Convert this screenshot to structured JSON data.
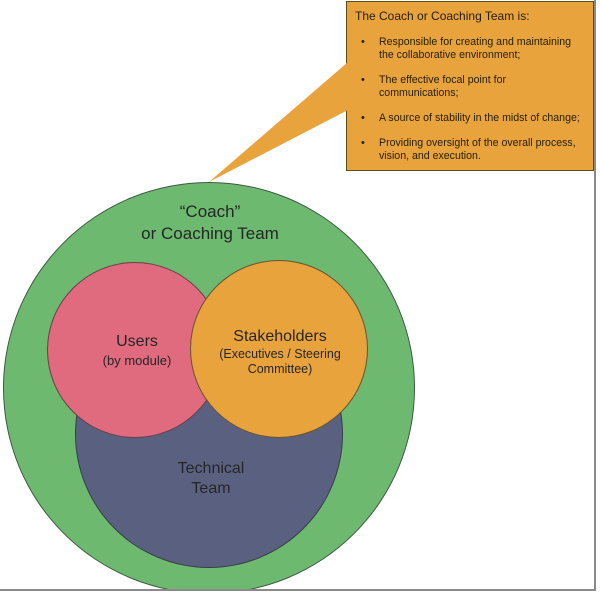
{
  "figure": {
    "background": "#ffffff",
    "frame_border_color": "#8a8a8a"
  },
  "callout": {
    "title": "The Coach or Coaching Team is:",
    "bullet_char": "•",
    "bullets": [
      {
        "lines": "Responsible for creating and maintaining\nthe collaborative environment;"
      },
      {
        "lines": "The effective focal point for\ncommunications;"
      },
      {
        "lines": "A source of stability in the midst of change;"
      },
      {
        "lines": "Providing oversight of the overall process,\nvision, and execution."
      }
    ],
    "colors": {
      "background": "#E8A33D",
      "border": "#5e4d14",
      "text": "#27200b"
    }
  },
  "diagram": {
    "coach": {
      "lines": "“Coach”\nor Coaching Team",
      "color": "#6CB96F"
    },
    "users": {
      "title": "Users",
      "subtitle": "(by module)",
      "color": "#E06A7E"
    },
    "stakeholders": {
      "title": "Stakeholders",
      "subtitle_lines": "(Executives / Steering\nCommittee)",
      "color": "#E8A33D"
    },
    "technical": {
      "lines": "Technical\nTeam",
      "color": "#5A6180"
    },
    "outline_color": "#3f3f46",
    "text_color": "#262626"
  }
}
